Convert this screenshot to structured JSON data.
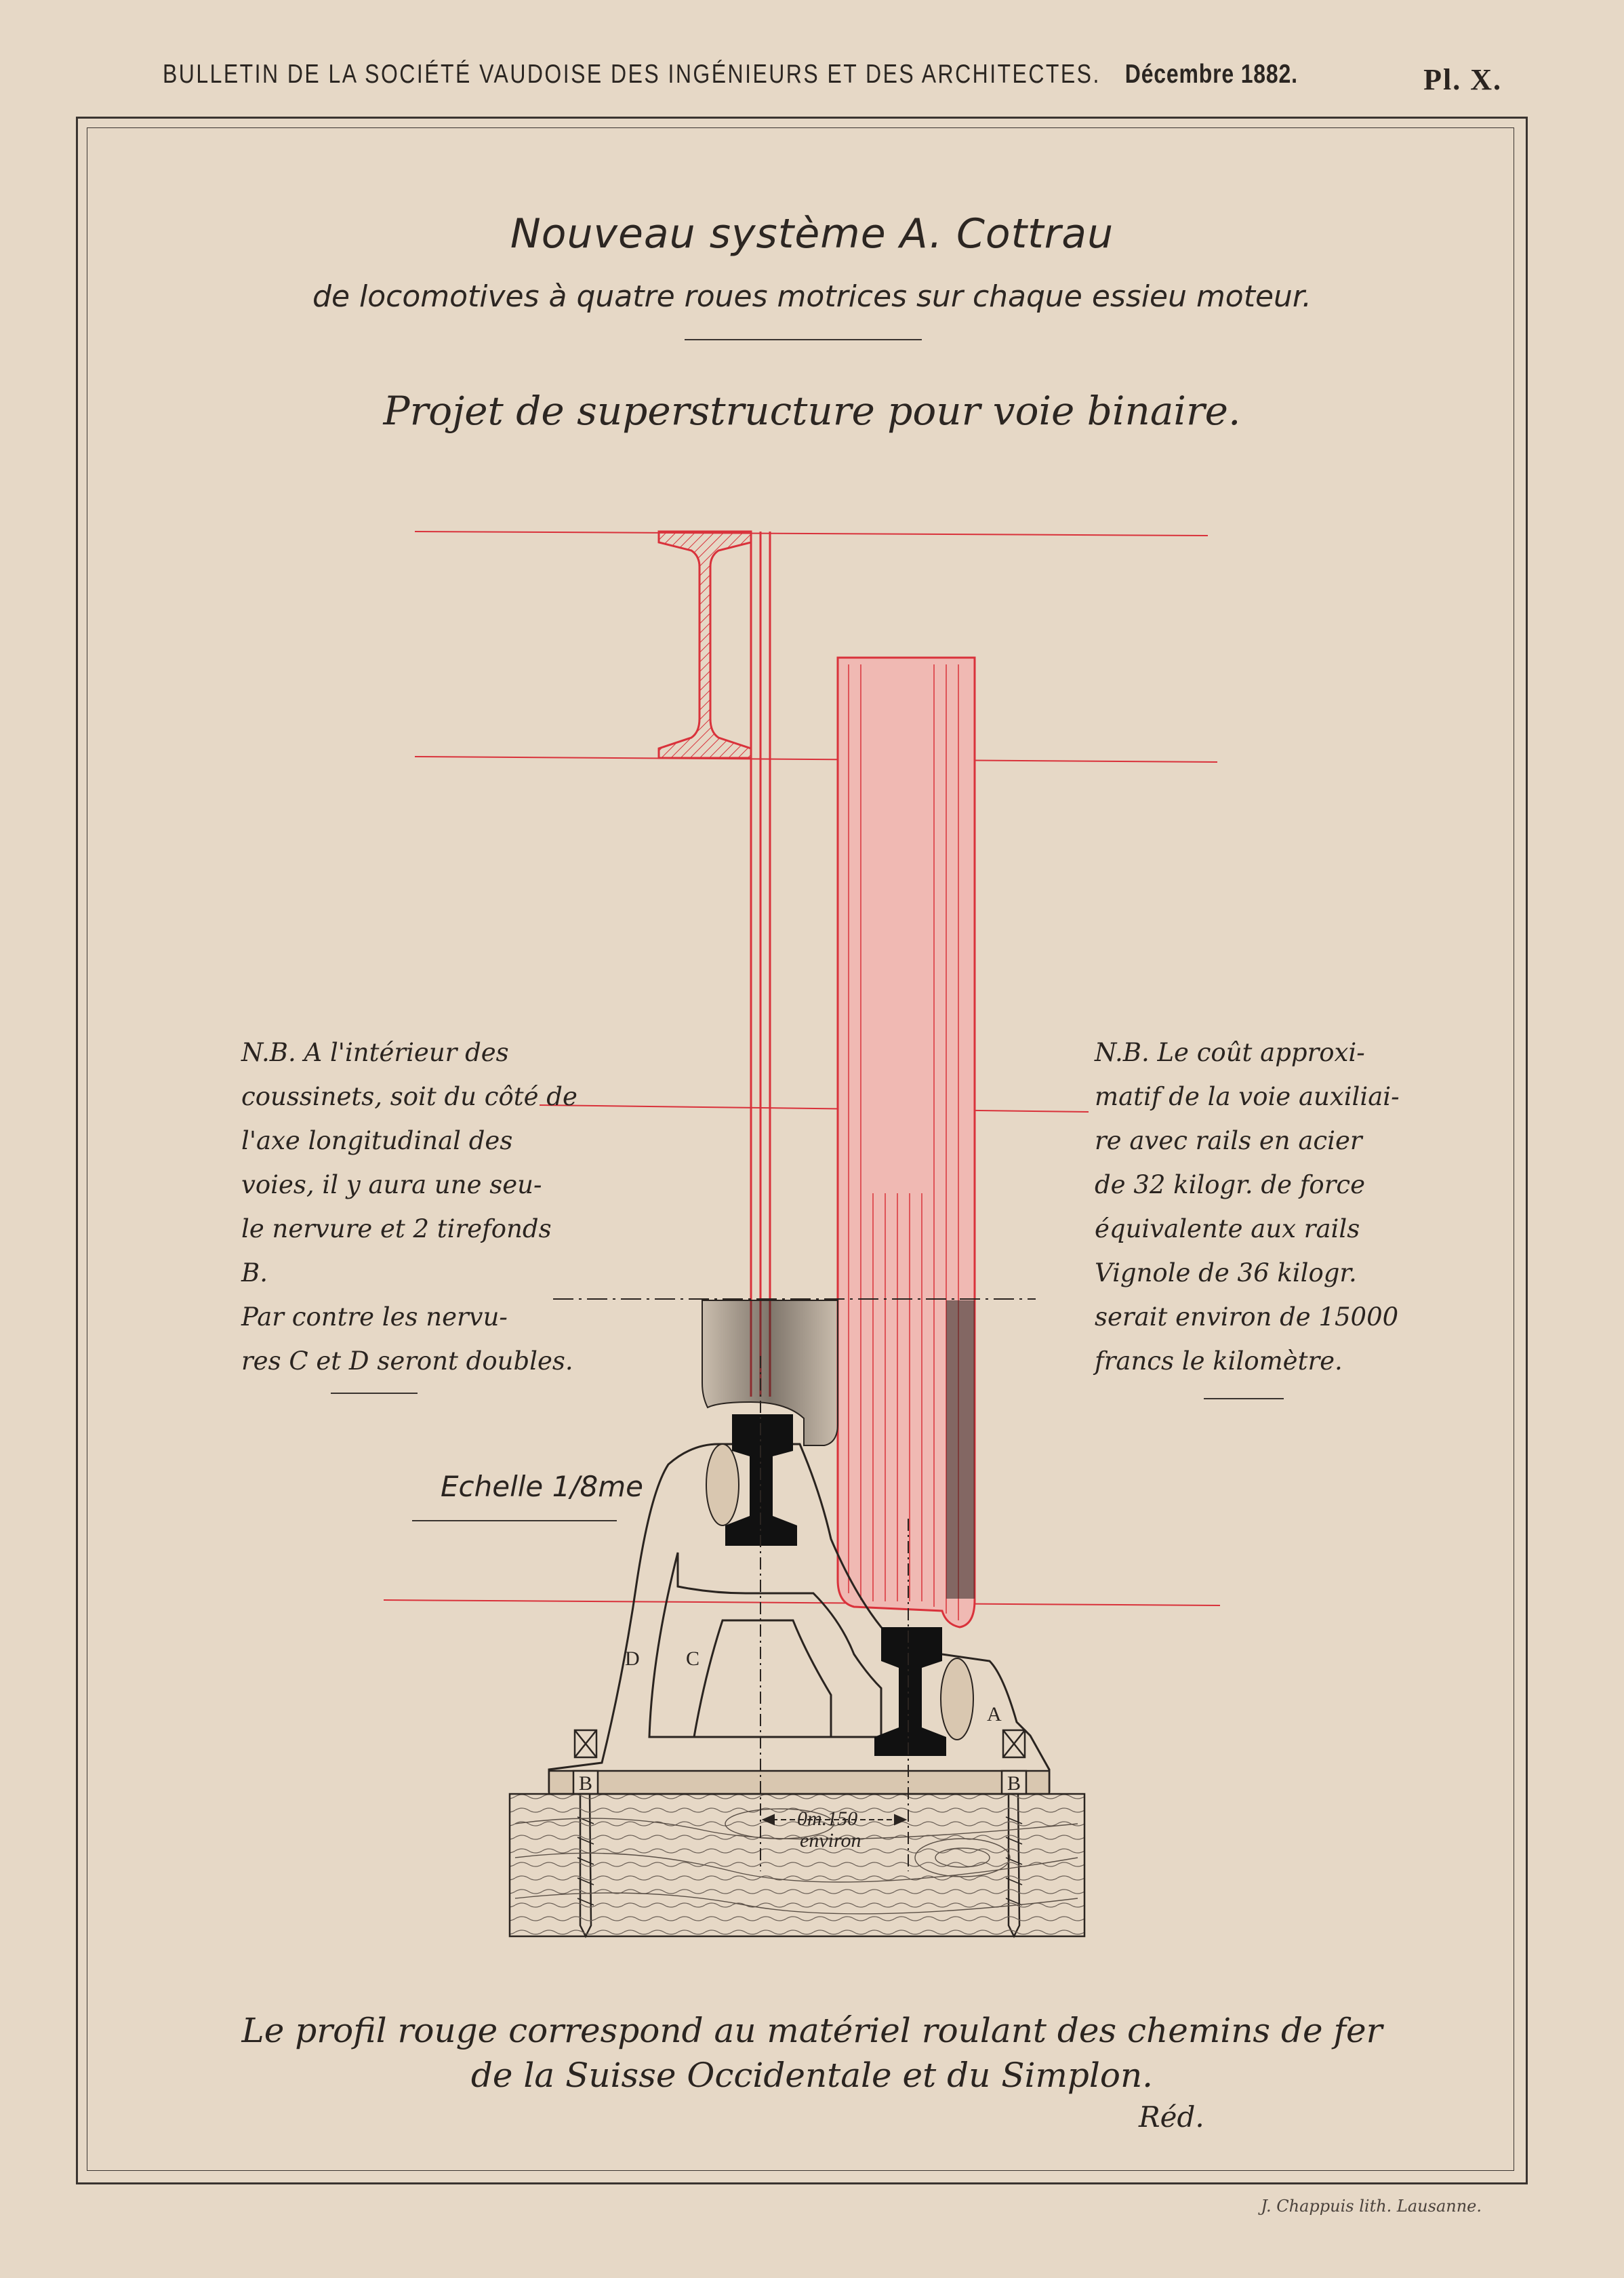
{
  "header": {
    "bulletin": "BULLETIN DE LA SOCIÉTÉ VAUDOISE DES INGÉNIEURS ET DES ARCHITECTES.",
    "date": "Décembre 1882.",
    "plate": "Pl. X."
  },
  "titles": {
    "main": "Nouveau système A. Cottrau",
    "sub": "de locomotives à quatre roues motrices sur chaque essieu moteur.",
    "project": "Projet de superstructure pour voie binaire."
  },
  "note_left": {
    "lines": [
      "N.B. A l'intérieur des",
      "coussinets, soit du côté de",
      "l'axe longitudinal des",
      "voies, il y aura une seu-",
      "le nervure et 2 tirefonds",
      "B.",
      "Par contre les nervu-",
      "res C et D seront doubles."
    ]
  },
  "note_right": {
    "lines": [
      "N.B. Le coût approxi-",
      "matif de la voie auxiliai-",
      "re avec rails en acier",
      "de 32 kilogr. de force",
      "équivalente aux rails",
      "Vignole de 36 kilogr.",
      "serait environ de 15000",
      "francs le kilomètre."
    ]
  },
  "scale": "Echelle 1/8me",
  "diagram": {
    "labels": {
      "a": "A",
      "b1": "B",
      "b2": "B",
      "c": "C",
      "d": "D"
    },
    "dimension": "0m.150",
    "dimension_note": "environ",
    "colors": {
      "profile": "#d9323b",
      "ink": "#2a2420",
      "paper": "#e6d8c6",
      "rail": "#111111"
    }
  },
  "caption": {
    "line1": "Le profil rouge correspond au matériel roulant des chemins de fer",
    "line2": "de la Suisse Occidentale et du Simplon.",
    "signature": "Réd."
  },
  "printer": "J. Chappuis lith. Lausanne."
}
